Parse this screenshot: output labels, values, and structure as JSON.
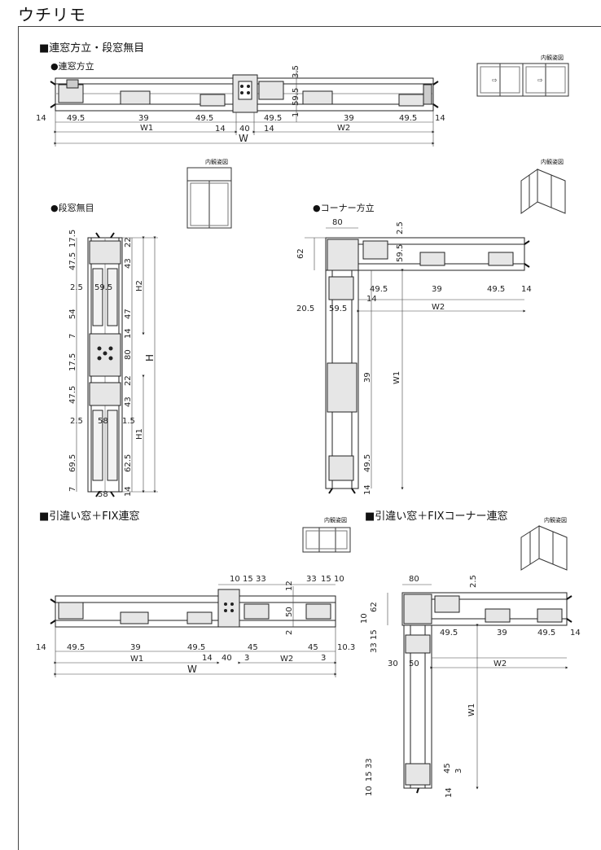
{
  "page": {
    "title": "ウチリモ"
  },
  "sections": {
    "s1": "■連窓方立・段窓無目",
    "s1a": "●連窓方立",
    "s1b": "●段窓無目",
    "s1c": "●コーナー方立",
    "s2": "■引違い窓＋FIX連窓",
    "s3": "■引違い窓＋FIXコーナー連窓"
  },
  "captions": {
    "c1": "内観姿図",
    "c2": "内観姿図",
    "c3": "内観姿図",
    "c4": "内観姿図",
    "c5": "内観姿図"
  },
  "labels": {
    "top": {
      "d1": "14",
      "d2": "49.5",
      "d3": "39",
      "d4": "49.5",
      "d5": "40",
      "d6": "49.5",
      "d7": "39",
      "d8": "49.5",
      "d9": "14",
      "d10": "14",
      "d11": "14",
      "w1": "W1",
      "w2": "W2",
      "w": "W",
      "v1": "3.5",
      "v2": "59.5",
      "v3": "1"
    },
    "left": {
      "a1": "17.5",
      "a2": "47.5",
      "a3": "2.5",
      "a4": "59.5",
      "a5": "54",
      "a6": "7",
      "a7": "17.5",
      "a8": "47.5",
      "a9": "2.5",
      "a10": "58",
      "a11": "69.5",
      "a12": "7",
      "a13": "58",
      "b1": "22",
      "b2": "43",
      "b3": "47",
      "b4": "14",
      "b5": "22",
      "b6": "43",
      "b7": "1.5",
      "b8": "62.5",
      "b9": "14",
      "h2": "H2",
      "h1": "H1",
      "h": "H",
      "m80": "80"
    },
    "corner": {
      "e1": "80",
      "e2": "62",
      "e3": "2.5",
      "e4": "59.5",
      "e5": "49.5",
      "e6": "39",
      "e7": "49.5",
      "e8": "14",
      "e9": "14",
      "e10": "20.5",
      "e11": "59.5",
      "w2": "W2",
      "w1": "W1",
      "e12": "39",
      "e13": "49.5",
      "e14": "14"
    },
    "b2": {
      "f1": "10",
      "f2": "15",
      "f3": "33",
      "f4": "33",
      "f5": "15",
      "f6": "10",
      "f7": "12",
      "f8": "50",
      "f9": "2",
      "f10": "14",
      "f11": "49.5",
      "f12": "39",
      "f13": "49.5",
      "f14": "14",
      "f15": "40",
      "f16": "3",
      "f17": "45",
      "f18": "45",
      "f19": "3",
      "f20": "10.3",
      "w1": "W1",
      "w2": "W2",
      "w": "W"
    },
    "b3": {
      "g1": "80",
      "g2": "2.5",
      "g3": "62",
      "g4": "10",
      "g5": "33",
      "g6": "15",
      "g7": "49.5",
      "g8": "39",
      "g9": "49.5",
      "g10": "14",
      "g11": "30",
      "g12": "50",
      "w2": "W2",
      "w1": "W1",
      "g13": "10",
      "g14": "15",
      "g15": "33",
      "g16": "45",
      "g17": "3",
      "g18": "14"
    }
  },
  "colors": {
    "line": "#222222",
    "frame": "#888888",
    "fill": "#e6e6e6",
    "dark": "#111111"
  }
}
